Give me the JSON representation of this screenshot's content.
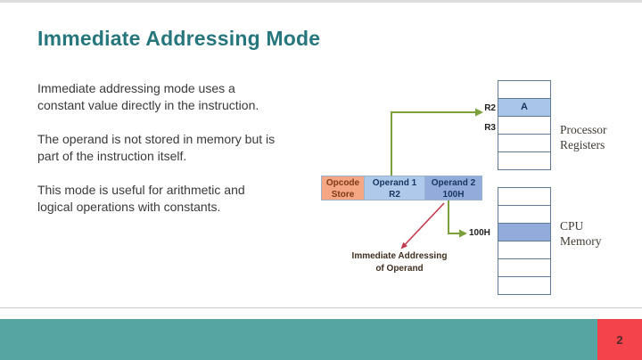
{
  "slide": {
    "title": "Immediate Addressing Mode",
    "paragraphs": [
      "Immediate addressing mode uses a\nconstant value directly in the instruction.",
      "The operand is not stored in memory but is\npart of the instruction itself.",
      "This mode is useful for arithmetic and\nlogical operations with constants."
    ]
  },
  "diagram": {
    "instruction_box": {
      "opcode": {
        "title": "Opcode",
        "value": "Store"
      },
      "operand1": {
        "title": "Operand 1",
        "value": "R2"
      },
      "operand2": {
        "title": "Operand 2",
        "value": "100H"
      }
    },
    "registers": {
      "group_label": "Processor\nRegisters",
      "row2_label": "R2",
      "row3_label": "R3",
      "highlighted_value": "A"
    },
    "memory": {
      "group_label": "CPU\nMemory",
      "address_label": "100H"
    },
    "annotation": "Immediate Addressing\nof Operand",
    "colors": {
      "opcode_bg": "#F5A784",
      "operand1_bg": "#AEC9EA",
      "operand2_bg": "#92ABDB",
      "register_highlight": "#A9C6E8",
      "memory_highlight": "#92ABDB",
      "arrow_green": "#7CA13C",
      "arrow_red": "#C23A50"
    }
  },
  "footer": {
    "page_number": "2",
    "bar_color": "#57A5A2",
    "page_box_color": "#F4434B"
  },
  "theme": {
    "title_color": "#26767D"
  }
}
